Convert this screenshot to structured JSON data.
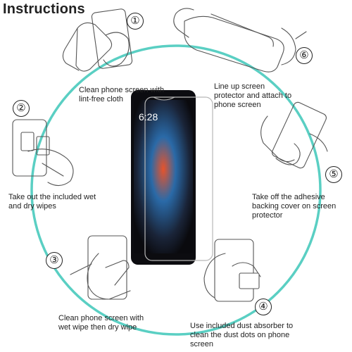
{
  "title": "Instructions",
  "steps": [
    {
      "number": "①",
      "caption": "Clean phone screen with lint-free cloth"
    },
    {
      "number": "②",
      "caption": "Take out the included wet and dry wipes"
    },
    {
      "number": "③",
      "caption": "Clean phone screen with wet wipe then dry wipe"
    },
    {
      "number": "④",
      "caption": "Use included dust absorber to clean the dust dots on phone screen"
    },
    {
      "number": "⑤",
      "caption": "Take off the adhesive backing cover on screen protector"
    },
    {
      "number": "⑥",
      "caption": "Line up screen protector and attach to phone screen"
    }
  ],
  "phone": {
    "time": "6:28"
  },
  "colors": {
    "ring": "#3dc7b8",
    "phone_body": "#0c0c10",
    "line_art": "#555555"
  },
  "icons": [
    "hand-cloth-icon",
    "wipes-packet-icon",
    "hand-wipe-icon",
    "dust-sticker-icon",
    "hand-peel-icon",
    "hand-attach-icon",
    "phone-icon"
  ]
}
